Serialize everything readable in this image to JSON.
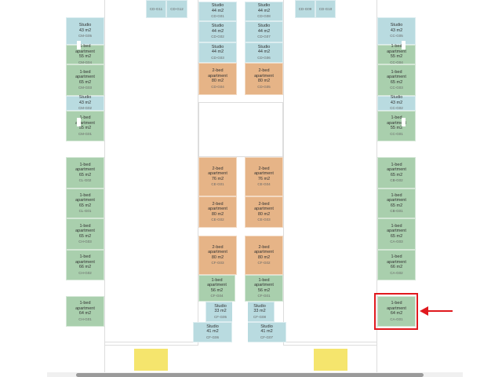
{
  "units": [
    {
      "id": "cm-g05",
      "type": "studio",
      "lines": [
        "Studio",
        "43 m2"
      ],
      "code": "CM-G05"
    },
    {
      "id": "cm-g04",
      "type": "one",
      "lines": [
        "1-bed",
        "apartment",
        "55 m2"
      ],
      "code": "CM-G04"
    },
    {
      "id": "cm-g03",
      "type": "one",
      "lines": [
        "1-bed",
        "apartment",
        "65 m2"
      ],
      "code": "CM-G03"
    },
    {
      "id": "cm-g02",
      "type": "studio",
      "lines": [
        "Studio",
        "43 m2"
      ],
      "code": "CM-G02"
    },
    {
      "id": "cm-g01",
      "type": "one",
      "lines": [
        "1-bed",
        "apartment",
        "55 m2"
      ],
      "code": "CM-G01"
    },
    {
      "id": "cl-g02",
      "type": "one",
      "lines": [
        "1-bed",
        "apartment",
        "65 m2"
      ],
      "code": "CL-G02"
    },
    {
      "id": "cl-g01",
      "type": "one",
      "lines": [
        "1-bed",
        "apartment",
        "65 m2"
      ],
      "code": "CL-G01"
    },
    {
      "id": "ch-g03",
      "type": "one",
      "lines": [
        "1-bed",
        "apartment",
        "65 m2"
      ],
      "code": "CH-G03"
    },
    {
      "id": "ch-g02",
      "type": "one",
      "lines": [
        "1-bed",
        "apartment",
        "66 m2"
      ],
      "code": "CH-G02"
    },
    {
      "id": "ch-g01",
      "type": "one",
      "lines": [
        "1-bed",
        "apartment",
        "64 m2"
      ],
      "code": "CH-G01"
    },
    {
      "id": "cc-g05",
      "type": "studio",
      "lines": [
        "Studio",
        "43 m2"
      ],
      "code": "CC-G05"
    },
    {
      "id": "cc-g04",
      "type": "one",
      "lines": [
        "1-bed",
        "apartment",
        "55 m2"
      ],
      "code": "CC-G04"
    },
    {
      "id": "cc-g03",
      "type": "one",
      "lines": [
        "1-bed",
        "apartment",
        "65 m2"
      ],
      "code": "CC-G03"
    },
    {
      "id": "cc-g02",
      "type": "studio",
      "lines": [
        "Studio",
        "43 m2"
      ],
      "code": "CC-G02"
    },
    {
      "id": "cc-g01",
      "type": "one",
      "lines": [
        "1-bed",
        "apartment",
        "55 m2"
      ],
      "code": "CC-G01"
    },
    {
      "id": "cb-g02",
      "type": "one",
      "lines": [
        "1-bed",
        "apartment",
        "65 m2"
      ],
      "code": "CB-G02"
    },
    {
      "id": "cb-g01",
      "type": "one",
      "lines": [
        "1-bed",
        "apartment",
        "65 m2"
      ],
      "code": "CB-G01"
    },
    {
      "id": "ca-g03",
      "type": "one",
      "lines": [
        "1-bed",
        "apartment",
        "65 m2"
      ],
      "code": "CA-G03"
    },
    {
      "id": "ca-g02",
      "type": "one",
      "lines": [
        "1-bed",
        "apartment",
        "66 m2"
      ],
      "code": "CA-G02"
    },
    {
      "id": "ca-g01",
      "type": "one",
      "lines": [
        "1-bed",
        "apartment",
        "64 m2"
      ],
      "code": "CA-G01"
    },
    {
      "id": "cd-g11",
      "type": "studio",
      "lines": [],
      "code": "CD-G11"
    },
    {
      "id": "cd-g12",
      "type": "studio",
      "lines": [],
      "code": "CD-G12"
    },
    {
      "id": "cd-g09",
      "type": "studio",
      "lines": [],
      "code": "CD-G09"
    },
    {
      "id": "cd-g10",
      "type": "studio",
      "lines": [],
      "code": "CD-G10"
    },
    {
      "id": "cd-g01",
      "type": "studio",
      "lines": [
        "Studio",
        "44 m2"
      ],
      "code": "CD-G01"
    },
    {
      "id": "cd-g02",
      "type": "studio",
      "lines": [
        "Studio",
        "44 m2"
      ],
      "code": "CD-G02"
    },
    {
      "id": "cd-g03",
      "type": "studio",
      "lines": [
        "Studio",
        "44 m2"
      ],
      "code": "CD-G03"
    },
    {
      "id": "cd-g04",
      "type": "two",
      "lines": [
        "2-bed",
        "apartment",
        "80 m2"
      ],
      "code": "CD-G04"
    },
    {
      "id": "cd-g08",
      "type": "studio",
      "lines": [
        "Studio",
        "44 m2"
      ],
      "code": "CD-G08"
    },
    {
      "id": "cd-g07",
      "type": "studio",
      "lines": [
        "Studio",
        "44 m2"
      ],
      "code": "CD-G07"
    },
    {
      "id": "cd-g06",
      "type": "studio",
      "lines": [
        "Studio",
        "44 m2"
      ],
      "code": "CD-G06"
    },
    {
      "id": "cd-g05",
      "type": "two",
      "lines": [
        "2-bed",
        "apartment",
        "80 m2"
      ],
      "code": "CD-G05"
    },
    {
      "id": "ce-g01",
      "type": "two",
      "lines": [
        "2-bed",
        "apartment",
        "76 m2"
      ],
      "code": "CE-G01"
    },
    {
      "id": "ce-g04",
      "type": "two",
      "lines": [
        "2-bed",
        "apartment",
        "76 m2"
      ],
      "code": "CE-G04"
    },
    {
      "id": "ce-g02",
      "type": "two",
      "lines": [
        "2-bed",
        "apartment",
        "80 m2"
      ],
      "code": "CE-G02"
    },
    {
      "id": "ce-g03",
      "type": "two",
      "lines": [
        "2-bed",
        "apartment",
        "80 m2"
      ],
      "code": "CE-G03"
    },
    {
      "id": "cf-g03",
      "type": "two",
      "lines": [
        "2-bed",
        "apartment",
        "80 m2"
      ],
      "code": "CF-G03"
    },
    {
      "id": "cf-g02",
      "type": "two",
      "lines": [
        "2-bed",
        "apartment",
        "80 m2"
      ],
      "code": "CF-G02"
    },
    {
      "id": "cf-g04",
      "type": "one",
      "lines": [
        "1-bed",
        "apartment",
        "56 m2"
      ],
      "code": "CF-G04"
    },
    {
      "id": "cf-g01",
      "type": "one",
      "lines": [
        "1-bed",
        "apartment",
        "56 m2"
      ],
      "code": "CF-G01"
    },
    {
      "id": "cf-g05",
      "type": "studio",
      "lines": [
        "Studio",
        "33 m2"
      ],
      "code": "CF-G05"
    },
    {
      "id": "cf-g08",
      "type": "studio",
      "lines": [
        "Studio",
        "33 m2"
      ],
      "code": "CF-G08"
    },
    {
      "id": "cf-g06",
      "type": "studio",
      "lines": [
        "Studio",
        "41 m2"
      ],
      "code": "CF-G06"
    },
    {
      "id": "cf-g07",
      "type": "studio",
      "lines": [
        "Studio",
        "41 m2"
      ],
      "code": "CF-G07"
    }
  ],
  "highlighted_unit": "CA-G01",
  "colors": {
    "studio": "#b9dbe0",
    "one_bed": "#a9cfad",
    "two_bed": "#e6b487",
    "highlight": "#e0191e",
    "core": "#f5e56d"
  }
}
